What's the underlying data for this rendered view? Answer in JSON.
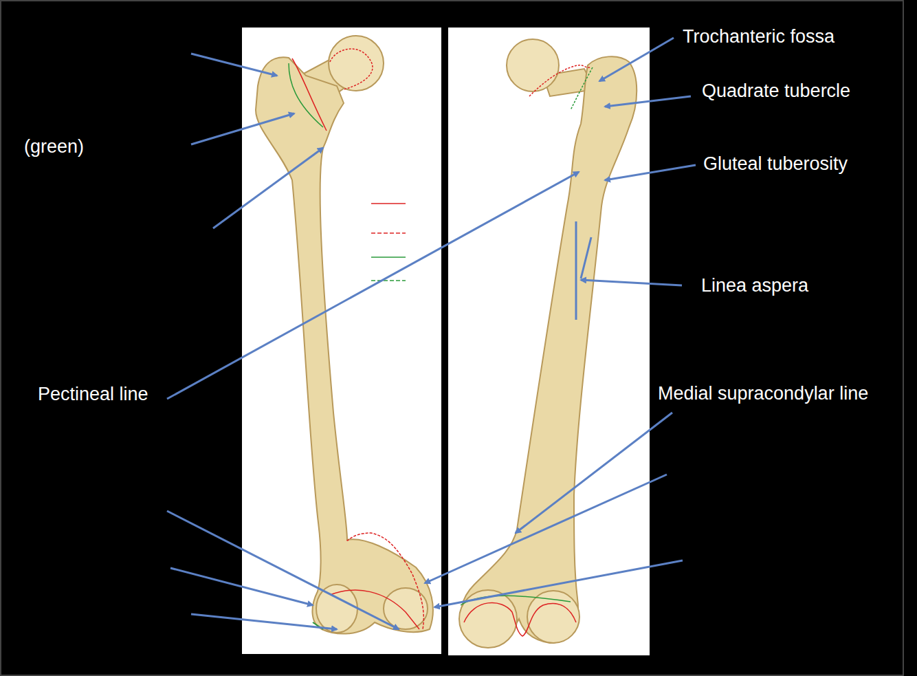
{
  "diagram": {
    "labels": [
      "Trochanteric fossa",
      "Quadrate tubercle",
      "(green)",
      "Gluteal tuberosity",
      "Linea aspera",
      "Pectineal line",
      "Medial supracondylar line"
    ]
  }
}
